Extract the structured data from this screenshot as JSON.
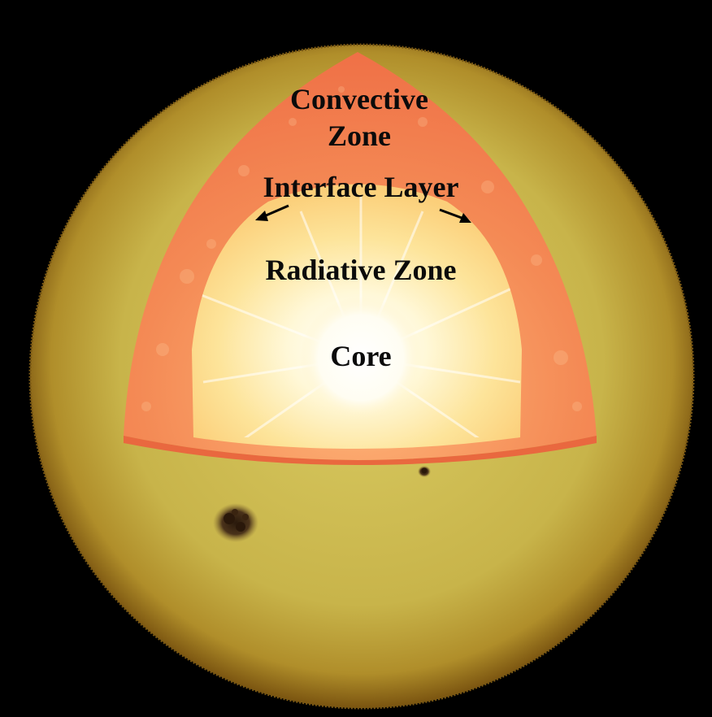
{
  "labels": {
    "convective_line1": "Convective",
    "convective_line2": "Zone",
    "interface": "Interface Layer",
    "radiative": "Radiative Zone",
    "core": "Core"
  },
  "colors": {
    "background": "#000000",
    "photosphere": "#c9b64a",
    "photosphere_edge": "#8a6a12",
    "convective": "#f2774a",
    "radiative": "#fde9a6",
    "core": "#ffffff",
    "sunspot": "#3a2410",
    "text": "#0b0b0b"
  }
}
